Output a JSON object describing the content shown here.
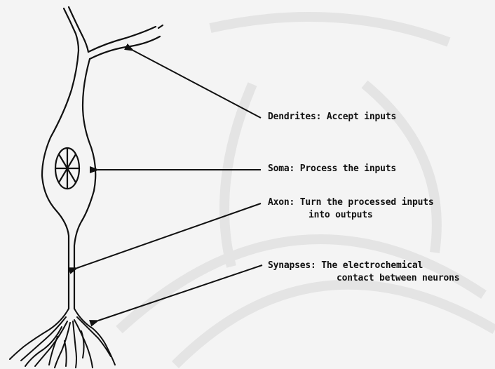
{
  "colors": {
    "background": "#f4f4f4",
    "ink": "#111111",
    "watermark": "#e6e6e6"
  },
  "labels": {
    "dendrites": {
      "term": "Dendrites:",
      "desc": "Accept inputs"
    },
    "soma": {
      "term": "Soma:",
      "desc": "Process the inputs"
    },
    "axon": {
      "term": "Axon:",
      "desc": "Turn the processed inputs",
      "desc2": "into outputs"
    },
    "synapses": {
      "term": "Synapses:",
      "desc": "The electrochemical",
      "desc2": "contact between neurons"
    }
  }
}
